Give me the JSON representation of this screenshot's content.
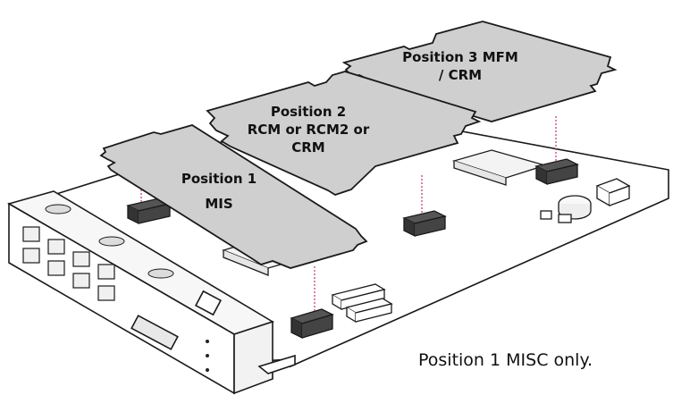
{
  "labels": {
    "position3": [
      "Position 3 MFM",
      "/ CRM"
    ],
    "position2": [
      "Position 2",
      "RCM or RCM2 or",
      "CRM"
    ],
    "position1": [
      "Position 1",
      "MIS"
    ]
  },
  "caption": "Position 1 MISC only.",
  "colors": {
    "card_fill": "#cfcfcf",
    "board_fill": "#ffffff",
    "outline": "#1a1a1a",
    "connector_line": "#c0307a"
  }
}
